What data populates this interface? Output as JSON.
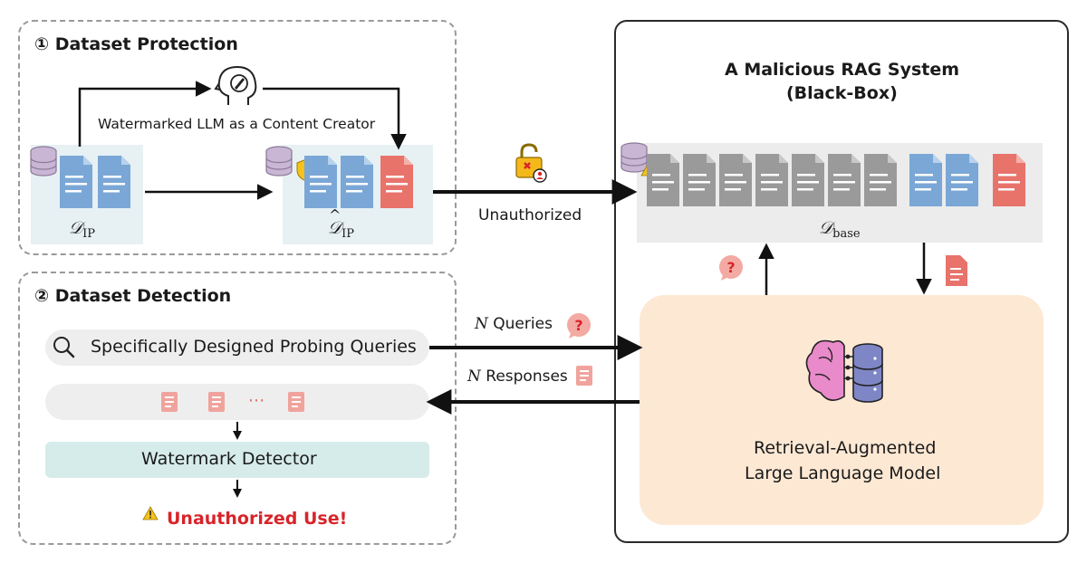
{
  "protection": {
    "title": "① Dataset Protection",
    "creator_label": "Watermarked LLM as a Content Creator",
    "dataset_label": "IP",
    "watermarked_label": "IP"
  },
  "detection": {
    "title": "② Dataset Detection",
    "probe_label": "Specifically Designed Probing Queries",
    "ellipsis": "···",
    "detector_label": "Watermark Detector",
    "result_label": "Unauthorized Use!"
  },
  "flow": {
    "unauthorized_label": "Unauthorized",
    "queries_var": "N",
    "queries_label": "Queries",
    "responses_var": "N",
    "responses_label": "Responses"
  },
  "rag": {
    "title_line1": "A Malicious RAG System",
    "title_line2": "(Black-Box)",
    "base_label": "base",
    "model_line1": "Retrieval-Augmented",
    "model_line2": "Large Language Model"
  },
  "colors": {
    "blue_doc": "#7aa7d6",
    "red_doc": "#e8736b",
    "gray_doc": "#9a9a9a",
    "db_purple": "#c9b6d4",
    "warning": "#d8242a",
    "model_bg": "#fde8d4",
    "detector_bg": "#d6ecea"
  }
}
